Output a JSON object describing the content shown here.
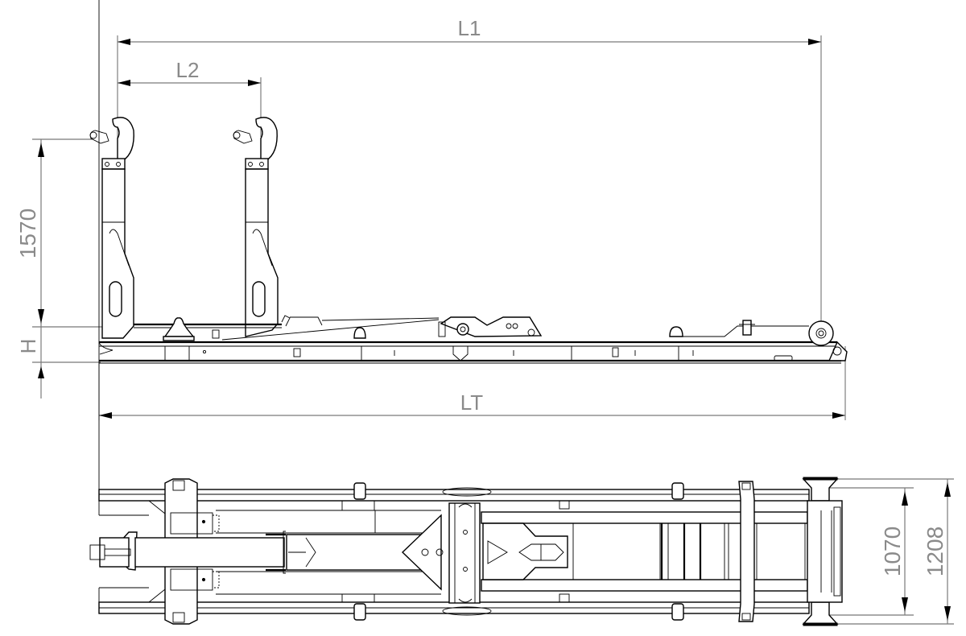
{
  "drawing": {
    "title": "Hook lift subframe — side view and top view",
    "colors": {
      "line": "#000000",
      "dimension_line": "#7a7a7a",
      "label_text": "#8a8a8a",
      "background": "#ffffff"
    },
    "side_view": {
      "dimensions": {
        "L1": {
          "label": "L1"
        },
        "L2": {
          "label": "L2"
        },
        "height_1570": {
          "label": "1570"
        },
        "H": {
          "label": "H"
        },
        "LT": {
          "label": "LT"
        }
      }
    },
    "top_view": {
      "dimensions": {
        "width_1070": {
          "label": "1070"
        },
        "width_1208": {
          "label": "1208"
        }
      }
    }
  }
}
